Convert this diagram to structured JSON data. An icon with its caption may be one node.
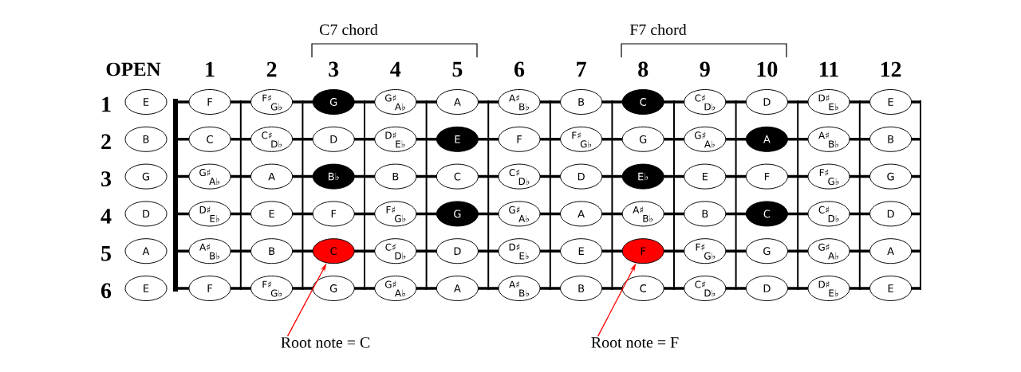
{
  "diagram": {
    "nodes": [
      {
        "text": [
          "E"
        ]
      },
      {
        "text": [
          "F"
        ]
      },
      {
        "text": [
          "F♯",
          "G♭"
        ]
      },
      {
        "text": [
          "G"
        ]
      },
      {
        "text": [
          "G♯",
          "A♭"
        ]
      },
      {
        "text": [
          "A"
        ]
      },
      {
        "text": [
          "A♯",
          "B♭"
        ]
      },
      {
        "text": [
          "B"
        ]
      },
      {
        "text": [
          "C"
        ]
      },
      {
        "text": [
          "C♯",
          "D♭"
        ]
      },
      {
        "text": [
          "D"
        ]
      },
      {
        "text": [
          "D♯",
          "E♭"
        ]
      },
      {
        "text": [
          "E"
        ]
      },
      {
        "text": [
          "B"
        ]
      },
      {
        "text": [
          "C"
        ]
      },
      {
        "text": [
          "C♯",
          "D♭"
        ]
      },
      {
        "text": [
          "D"
        ]
      },
      {
        "text": [
          "D♯",
          "E♭"
        ]
      },
      {
        "text": [
          "E"
        ]
      },
      {
        "text": [
          "F"
        ]
      },
      {
        "text": [
          "F♯",
          "G♭"
        ]
      },
      {
        "text": [
          "G"
        ]
      },
      {
        "text": [
          "G♯",
          "A♭"
        ]
      },
      {
        "text": [
          "A"
        ]
      },
      {
        "text": [
          "A♯",
          "B♭"
        ]
      },
      {
        "text": [
          "B"
        ]
      },
      {
        "text": [
          "G"
        ]
      },
      {
        "text": [
          "G♯",
          "A♭"
        ]
      },
      {
        "text": [
          "A"
        ]
      },
      {
        "text": [
          "B♭"
        ]
      },
      {
        "text": [
          "B"
        ]
      },
      {
        "text": [
          "C"
        ]
      },
      {
        "text": [
          "C♯",
          "D♭"
        ]
      },
      {
        "text": [
          "D"
        ]
      },
      {
        "text": [
          "E♭"
        ]
      },
      {
        "text": [
          "E"
        ]
      },
      {
        "text": [
          "F"
        ]
      },
      {
        "text": [
          "F♯",
          "G♭"
        ]
      },
      {
        "text": [
          "G"
        ]
      },
      {
        "text": [
          "D"
        ]
      },
      {
        "text": [
          "D♯",
          "E♭"
        ]
      },
      {
        "text": [
          "E"
        ]
      },
      {
        "text": [
          "F"
        ]
      },
      {
        "text": [
          "F♯",
          "G♭"
        ]
      },
      {
        "text": [
          "G"
        ]
      },
      {
        "text": [
          "G♯",
          "A♭"
        ]
      },
      {
        "text": [
          "A"
        ]
      },
      {
        "text": [
          "A♯",
          "B♭"
        ]
      },
      {
        "text": [
          "B"
        ]
      },
      {
        "text": [
          "C"
        ]
      },
      {
        "text": [
          "C♯",
          "D♭"
        ]
      },
      {
        "text": [
          "D"
        ]
      },
      {
        "text": [
          "A"
        ]
      },
      {
        "text": [
          "A♯",
          "B♭"
        ]
      },
      {
        "text": [
          "B"
        ]
      },
      {
        "text": [
          "C"
        ]
      },
      {
        "text": [
          "C♯",
          "D♭"
        ]
      },
      {
        "text": [
          "D"
        ]
      },
      {
        "text": [
          "D♯",
          "E♭"
        ]
      },
      {
        "text": [
          "E"
        ]
      },
      {
        "text": [
          "F"
        ]
      },
      {
        "text": [
          "F♯",
          "G♭"
        ]
      },
      {
        "text": [
          "G"
        ]
      },
      {
        "text": [
          "G♯",
          "A♭"
        ]
      },
      {
        "text": [
          "A"
        ]
      },
      {
        "text": [
          "E"
        ]
      },
      {
        "text": [
          "F"
        ]
      },
      {
        "text": [
          "F♯",
          "G♭"
        ]
      },
      {
        "text": [
          "G"
        ]
      },
      {
        "text": [
          "G♯",
          "A♭"
        ]
      },
      {
        "text": [
          "A"
        ]
      },
      {
        "text": [
          "A♯",
          "B♭"
        ]
      },
      {
        "text": [
          "B"
        ]
      },
      {
        "text": [
          "C"
        ]
      },
      {
        "text": [
          "C♯",
          "D♭"
        ]
      },
      {
        "text": [
          "D"
        ]
      },
      {
        "text": [
          "D♯",
          "E♭"
        ]
      },
      {
        "text": [
          "E"
        ]
      },
      {
        "text": [
          "Root note = C"
        ]
      },
      {
        "text": [
          "Root note = F"
        ]
      }
    ],
    "edges": [
      {
        "from": 78,
        "to": 55,
        "arrow": "to",
        "color": "#ff0000"
      },
      {
        "from": 79,
        "to": 60,
        "arrow": "to",
        "color": "#ff0000"
      }
    ],
    "labels": [
      "C7 chord",
      "F7 chord",
      "OPEN",
      "1",
      "2",
      "3",
      "4",
      "5",
      "6",
      "7",
      "8",
      "9",
      "10",
      "11",
      "12",
      "1",
      "2",
      "3",
      "4",
      "5",
      "6"
    ]
  }
}
